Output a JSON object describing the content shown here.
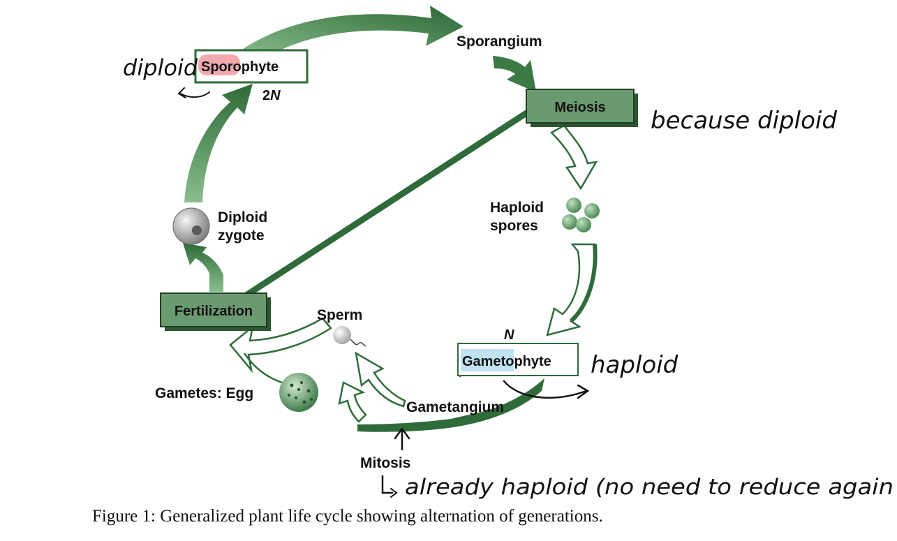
{
  "boxes": {
    "sporophyte": {
      "highlight": "Sporo",
      "rest": "phyte",
      "ploidy_num": "2",
      "ploidy_var": "N"
    },
    "meiosis": "Meiosis",
    "fertilization": "Fertilization",
    "gametophyte": {
      "highlight": "Gameto",
      "rest": "phyte",
      "ploidy_var": "N"
    }
  },
  "labels": {
    "sporangium": "Sporangium",
    "haploid_spores": [
      "Haploid",
      "spores"
    ],
    "diploid_zygote": [
      "Diploid",
      "zygote"
    ],
    "sperm": "Sperm",
    "gametes_egg": "Gametes: Egg",
    "gametangium": "Gametangium",
    "mitosis": "Mitosis"
  },
  "handwritten": {
    "sporophyte_note": "diploid",
    "meiosis_note": "because diploid",
    "gametophyte_note": "haploid",
    "mitosis_note": "already haploid (no need to reduce again"
  },
  "caption": "Figure 1:  Generalized plant life cycle showing alternation of generations.",
  "colors": {
    "arrow_dark": "#2f6b3a",
    "arrow_light": "#7fb283",
    "box_green": "#5f8f66",
    "sporo_highlight": "#f2aab0",
    "gameto_highlight": "#bfe3f2",
    "ink": "#111111"
  }
}
